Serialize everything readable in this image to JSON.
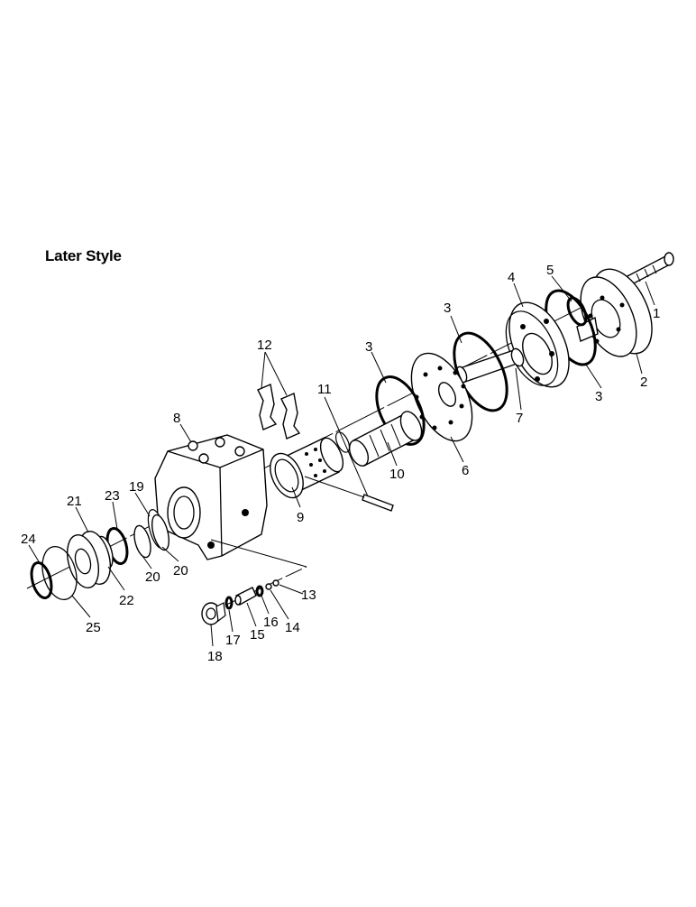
{
  "diagram": {
    "title": "Later Style",
    "callouts": {
      "c1": "1",
      "c2": "2",
      "c3a": "3",
      "c3b": "3",
      "c3c": "3",
      "c4": "4",
      "c5": "5",
      "c6": "6",
      "c7": "7",
      "c8": "8",
      "c9": "9",
      "c10": "10",
      "c11": "11",
      "c12": "12",
      "c13": "13",
      "c14": "14",
      "c15": "15",
      "c16": "16",
      "c17": "17",
      "c18": "18",
      "c19": "19",
      "c20a": "20",
      "c20b": "20",
      "c21": "21",
      "c22": "22",
      "c23": "23",
      "c24": "24",
      "c25": "25"
    }
  }
}
